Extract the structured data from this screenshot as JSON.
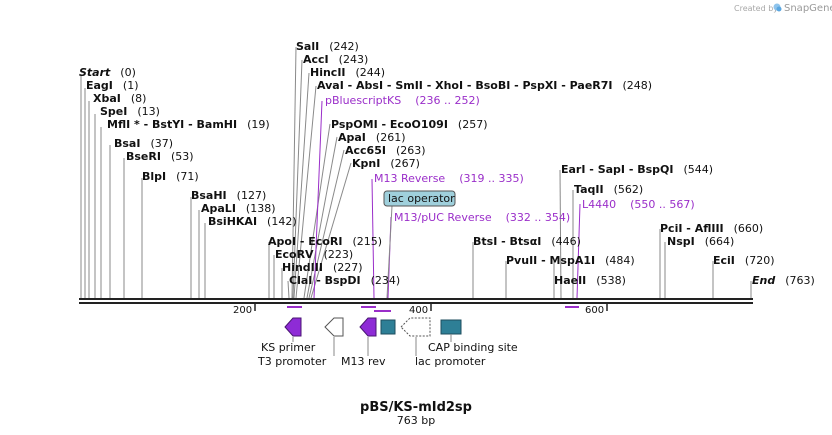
{
  "credit": {
    "created_by": "Created by",
    "brand": "SnapGene"
  },
  "map": {
    "title": "pBS/KS-mId2sp",
    "length_label": "763 bp"
  },
  "enzymes": [
    {
      "id": "start",
      "parts": [
        {
          "t": "Start",
          "it": true
        }
      ],
      "pos": "(0)"
    },
    {
      "id": "eagi",
      "parts": [
        {
          "t": "EagI"
        }
      ],
      "pos": "(1)"
    },
    {
      "id": "xbai",
      "parts": [
        {
          "t": "XbaI"
        }
      ],
      "pos": "(8)"
    },
    {
      "id": "spei",
      "parts": [
        {
          "t": "SpeI"
        }
      ],
      "pos": "(13)"
    },
    {
      "id": "mfli",
      "parts": [
        {
          "t": "MflI"
        },
        {
          "t": " * "
        },
        {
          "t": " - "
        },
        {
          "t": "BstYI"
        },
        {
          "t": "  - "
        },
        {
          "t": "BamHI"
        }
      ],
      "pos": "(19)"
    },
    {
      "id": "bsai",
      "parts": [
        {
          "t": "BsaI"
        }
      ],
      "pos": "(37)"
    },
    {
      "id": "bseri",
      "parts": [
        {
          "t": "BseRI"
        }
      ],
      "pos": "(53)"
    },
    {
      "id": "blpi",
      "parts": [
        {
          "t": "BlpI"
        }
      ],
      "pos": "(71)"
    },
    {
      "id": "bsahi",
      "parts": [
        {
          "t": "BsaHI"
        }
      ],
      "pos": "(127)"
    },
    {
      "id": "apali",
      "parts": [
        {
          "t": "ApaLI"
        }
      ],
      "pos": "(138)"
    },
    {
      "id": "bsihkai",
      "parts": [
        {
          "t": "BsiHKAI"
        }
      ],
      "pos": "(142)"
    },
    {
      "id": "apoi",
      "parts": [
        {
          "t": "ApoI"
        },
        {
          "t": "  - "
        },
        {
          "t": "EcoRI"
        }
      ],
      "pos": "(215)"
    },
    {
      "id": "ecorv",
      "parts": [
        {
          "t": "EcoRV"
        }
      ],
      "pos": "(223)"
    },
    {
      "id": "hindiii",
      "parts": [
        {
          "t": "HindIII"
        }
      ],
      "pos": "(227)"
    },
    {
      "id": "clai",
      "parts": [
        {
          "t": "ClaI"
        },
        {
          "t": "  - "
        },
        {
          "t": "BspDI"
        }
      ],
      "pos": "(234)"
    },
    {
      "id": "sali",
      "parts": [
        {
          "t": "SalI"
        }
      ],
      "pos": "(242)"
    },
    {
      "id": "acci",
      "parts": [
        {
          "t": "AccI"
        }
      ],
      "pos": "(243)"
    },
    {
      "id": "hincii",
      "parts": [
        {
          "t": "HincII"
        }
      ],
      "pos": "(244)"
    },
    {
      "id": "avai",
      "parts": [
        {
          "t": "AvaI"
        },
        {
          "t": "  - "
        },
        {
          "t": "AbsI"
        },
        {
          "t": "  - "
        },
        {
          "t": "SmII"
        },
        {
          "t": "  - "
        },
        {
          "t": "XhoI"
        },
        {
          "t": "  - "
        },
        {
          "t": "BsoBI"
        },
        {
          "t": "  - "
        },
        {
          "t": "PspXI"
        },
        {
          "t": "  - "
        },
        {
          "t": "PaeR7I"
        }
      ],
      "pos": "(248)"
    },
    {
      "id": "pspomi",
      "parts": [
        {
          "t": "PspOMI"
        },
        {
          "t": "  - "
        },
        {
          "t": "EcoO109I"
        }
      ],
      "pos": "(257)"
    },
    {
      "id": "apai",
      "parts": [
        {
          "t": "ApaI"
        }
      ],
      "pos": "(261)"
    },
    {
      "id": "acc65i",
      "parts": [
        {
          "t": "Acc65I"
        }
      ],
      "pos": "(263)"
    },
    {
      "id": "kpni",
      "parts": [
        {
          "t": "KpnI"
        }
      ],
      "pos": "(267)"
    },
    {
      "id": "btsi",
      "parts": [
        {
          "t": "BtsI"
        },
        {
          "t": "  - "
        },
        {
          "t": "BtsαI"
        }
      ],
      "pos": "(446)"
    },
    {
      "id": "pvuii",
      "parts": [
        {
          "t": "PvuII"
        },
        {
          "t": "  - "
        },
        {
          "t": "MspA1I"
        }
      ],
      "pos": "(484)"
    },
    {
      "id": "haeii",
      "parts": [
        {
          "t": "HaeII"
        }
      ],
      "pos": "(538)"
    },
    {
      "id": "eari",
      "parts": [
        {
          "t": "EarI"
        },
        {
          "t": "  - "
        },
        {
          "t": "SapI"
        },
        {
          "t": "  - "
        },
        {
          "t": "BspQI"
        }
      ],
      "pos": "(544)"
    },
    {
      "id": "taqii",
      "parts": [
        {
          "t": "TaqII"
        }
      ],
      "pos": "(562)"
    },
    {
      "id": "pcii",
      "parts": [
        {
          "t": "PciI"
        },
        {
          "t": "  - "
        },
        {
          "t": "AflIII"
        }
      ],
      "pos": "(660)"
    },
    {
      "id": "nspi",
      "parts": [
        {
          "t": "NspI"
        }
      ],
      "pos": "(664)"
    },
    {
      "id": "ecii",
      "parts": [
        {
          "t": "EciI"
        }
      ],
      "pos": "(720)"
    },
    {
      "id": "end",
      "parts": [
        {
          "t": "End",
          "it": true
        }
      ],
      "pos": "(763)"
    }
  ],
  "primers": [
    {
      "id": "pbluescriptks",
      "name": "pBluescriptKS",
      "range": "(236 .. 252)"
    },
    {
      "id": "m13-reverse",
      "name": "M13 Reverse",
      "range": "(319 .. 335)"
    },
    {
      "id": "m13-puc-reverse",
      "name": "M13/pUC Reverse",
      "range": "(332 .. 354)"
    },
    {
      "id": "l4440",
      "name": "L4440",
      "range": "(550 .. 567)"
    }
  ],
  "lac_operator_label": "lac operator",
  "axis_ticks": [
    "200",
    "400",
    "600"
  ],
  "features": [
    {
      "id": "ks-primer",
      "label": "KS primer",
      "kind": "primer_bind",
      "color": "#8e2bd6"
    },
    {
      "id": "t3-promoter",
      "label": "T3 promoter",
      "kind": "promoter",
      "color": "#ffffff"
    },
    {
      "id": "m13-rev",
      "label": "M13 rev",
      "kind": "primer_bind",
      "color": "#8e2bd6"
    },
    {
      "id": "lac-operator",
      "label": "lac operator",
      "kind": "protein_bind",
      "color": "#2e7f96"
    },
    {
      "id": "lac-promoter",
      "label": "lac promoter",
      "kind": "promoter",
      "color": "#ffffff"
    },
    {
      "id": "cap-binding-site",
      "label": "CAP binding site",
      "kind": "protein_bind",
      "color": "#2e7f96"
    }
  ],
  "colors": {
    "primer": "#9a2ec9",
    "protein_bind": "#2e7f96",
    "backbone": "#222222"
  }
}
